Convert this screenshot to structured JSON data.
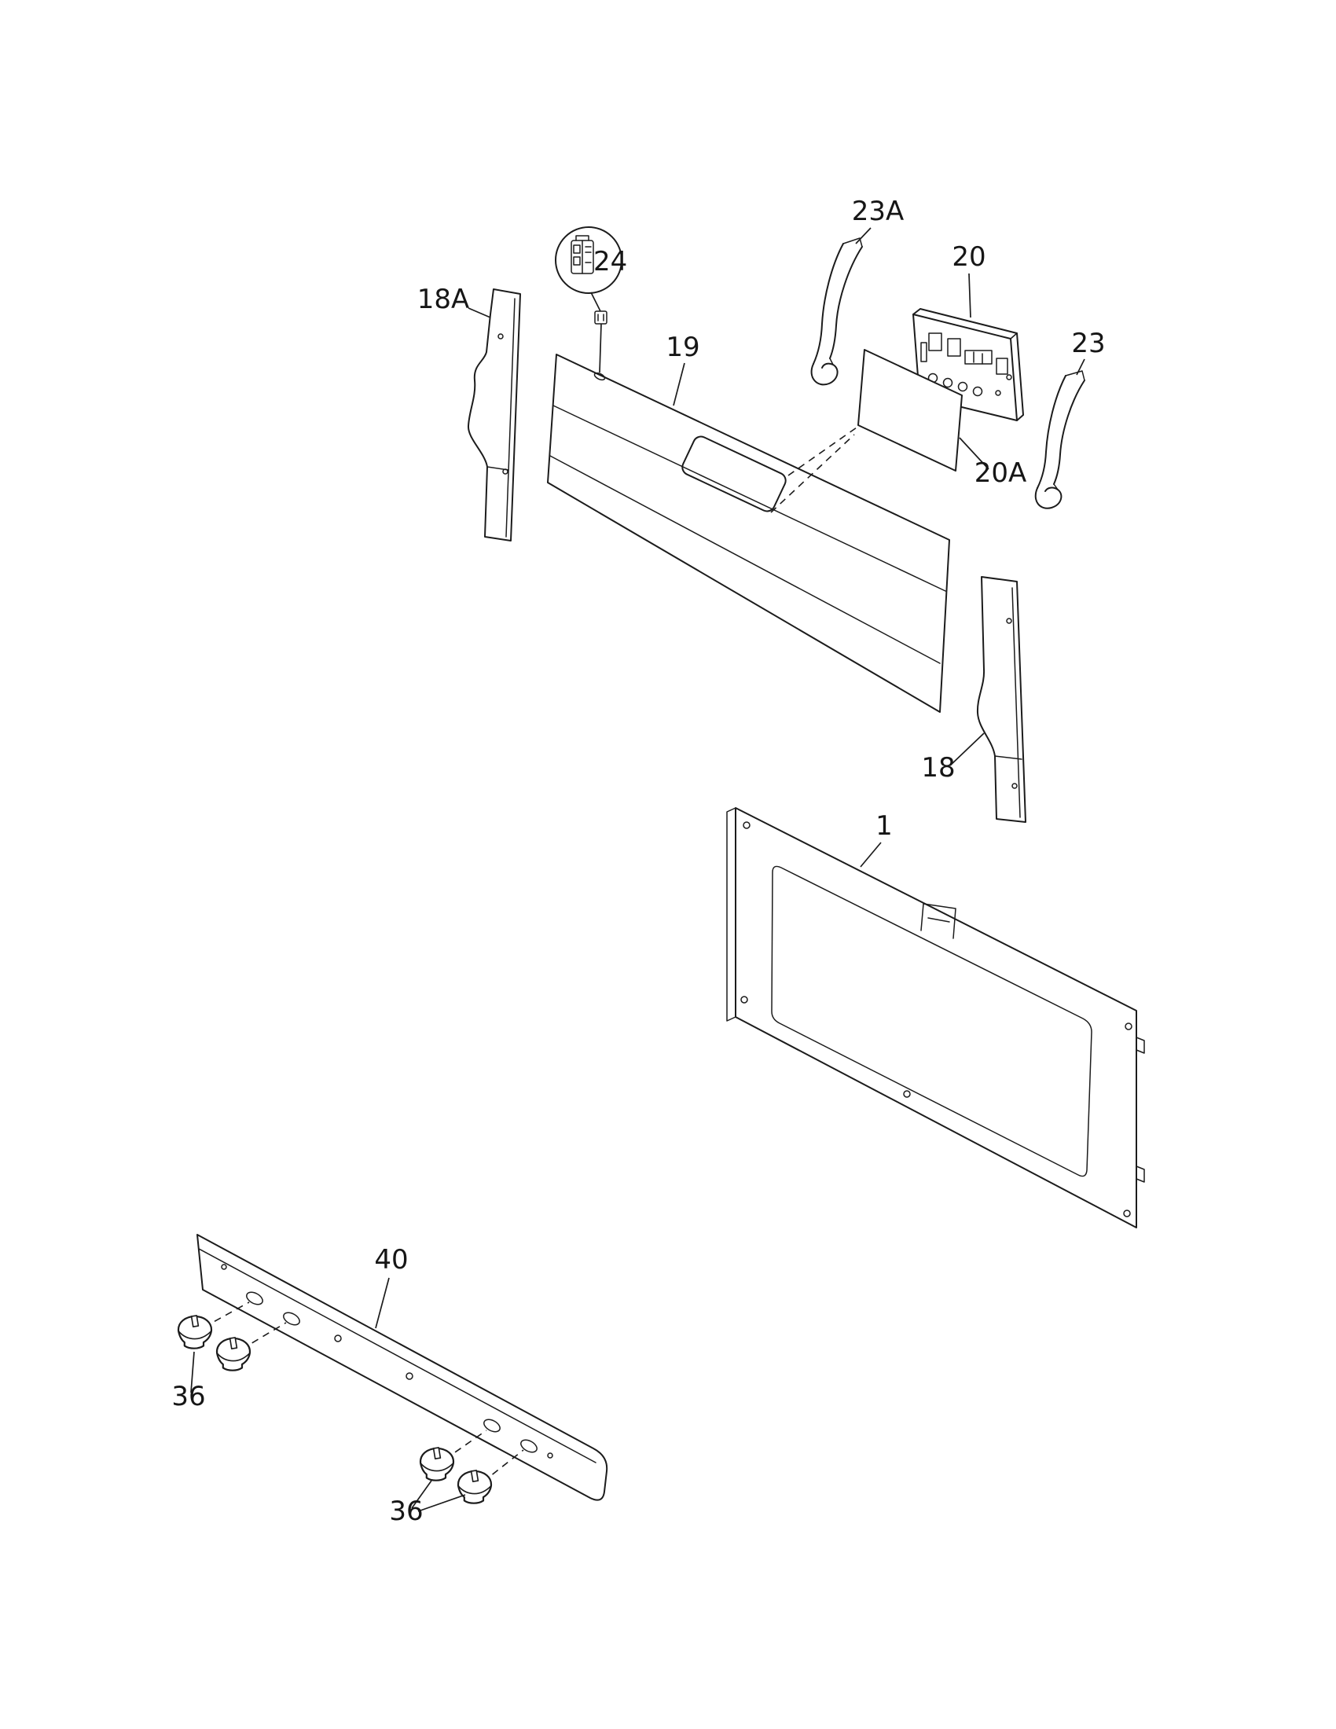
{
  "diagram": {
    "background_color": "#ffffff",
    "line_color": "#1c1c1c",
    "labels": {
      "part24": "24",
      "part18A": "18A",
      "part19": "19",
      "part23A": "23A",
      "part20": "20",
      "part20A": "20A",
      "part23": "23",
      "part18": "18",
      "part1": "1",
      "part40": "40",
      "part36_upper": "36",
      "part36_lower": "36"
    }
  }
}
